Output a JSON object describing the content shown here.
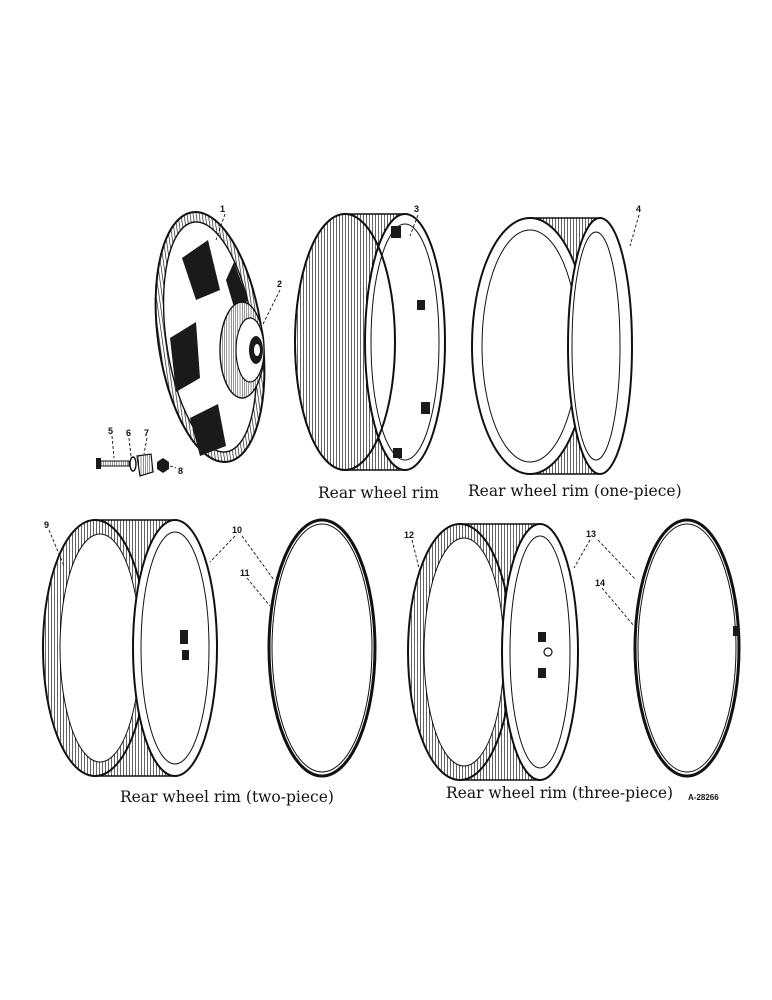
{
  "figure": {
    "reference": "A-28266",
    "captions": {
      "center_hub_rim": "Rear wheel rim",
      "one_piece": "Rear wheel rim (one-piece)",
      "two_piece": "Rear wheel rim (two-piece)",
      "three_piece": "Rear wheel rim (three-piece)"
    },
    "callouts": [
      "1",
      "2",
      "3",
      "4",
      "5",
      "6",
      "7",
      "8",
      "9",
      "10",
      "11",
      "12",
      "13",
      "14"
    ]
  }
}
